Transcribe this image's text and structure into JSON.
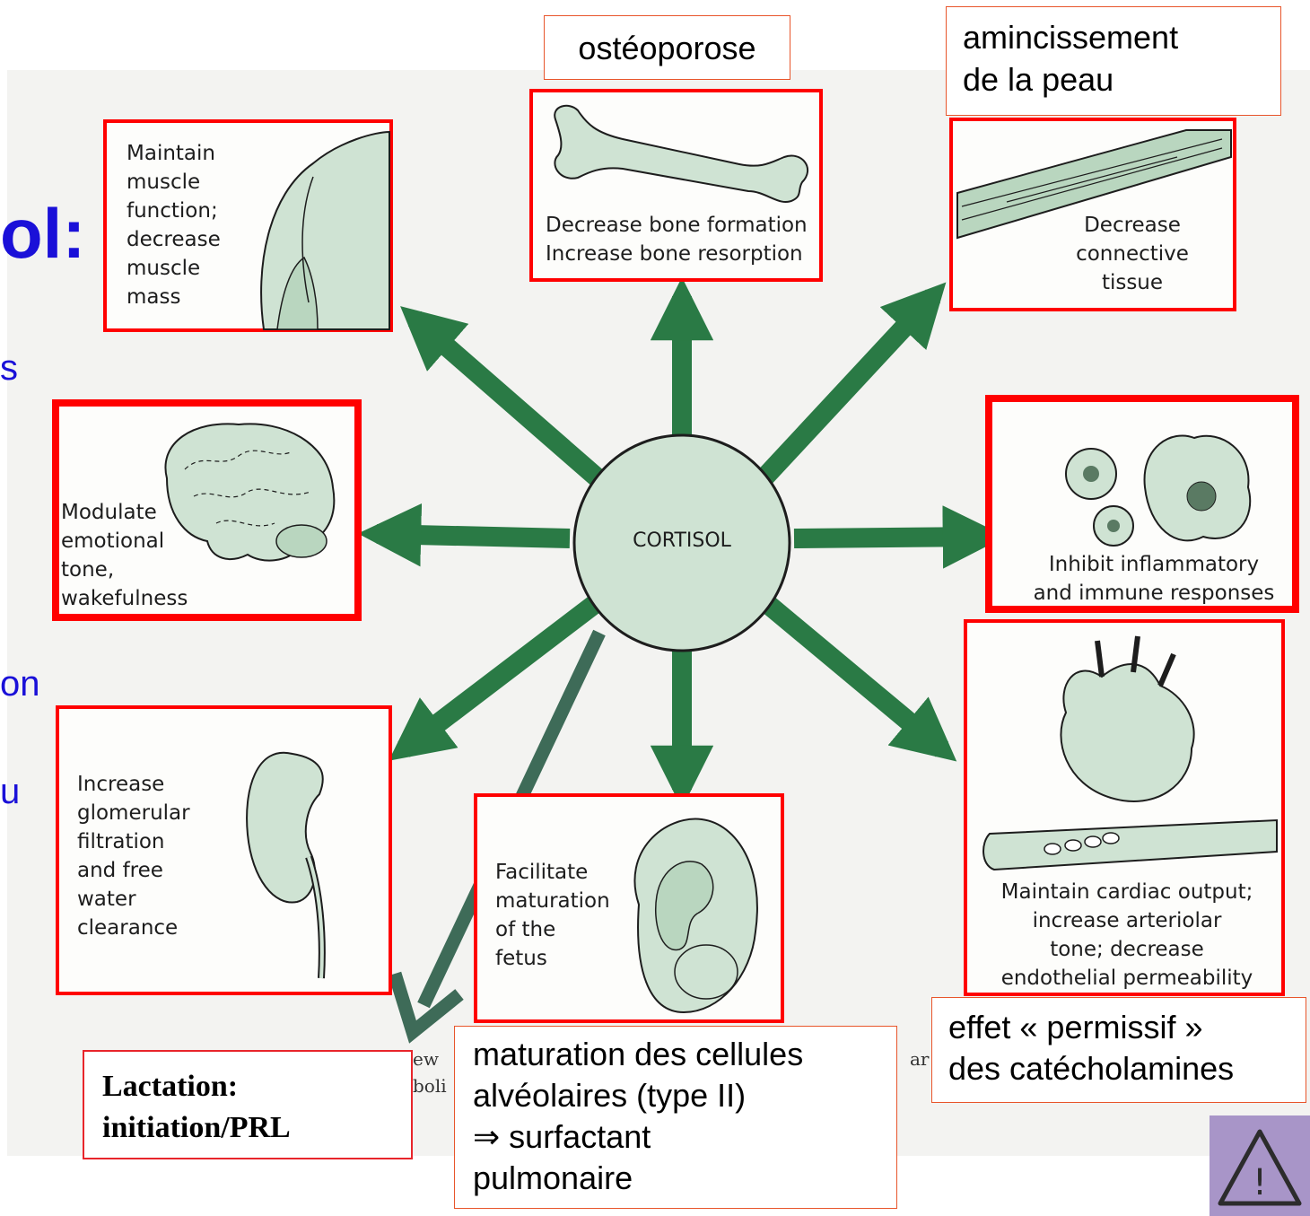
{
  "side_fragments": [
    "ol:",
    "s",
    "on",
    "u"
  ],
  "center_label": "CORTISOL",
  "panels": {
    "muscle": [
      "Maintain",
      "muscle",
      "function;",
      "decrease",
      "muscle",
      "mass"
    ],
    "bone": [
      "Decrease bone formation",
      "Increase bone resorption"
    ],
    "connective": [
      "Decrease",
      "connective",
      "tissue"
    ],
    "brain": [
      "Modulate",
      "emotional",
      "tone,",
      "wakefulness"
    ],
    "immune": [
      "Inhibit inflammatory",
      "and immune responses"
    ],
    "kidney": [
      "Increase",
      "glomerular",
      "filtration",
      "and free",
      "water",
      "clearance"
    ],
    "fetus": [
      "Facilitate",
      "maturation",
      "of the",
      "fetus"
    ],
    "cardio": [
      "Maintain cardiac output;",
      "increase arteriolar",
      "tone; decrease",
      "endothelial permeability"
    ]
  },
  "callouts": {
    "osteoporose": [
      "ostéoporose"
    ],
    "amincissement": [
      "amincissement",
      "de la peau"
    ],
    "lactation": [
      "Lactation:",
      "initiation/PRL"
    ],
    "maturation": [
      "maturation des cellules",
      "alvéolaires (type II)",
      "⇒ surfactant",
      "pulmonaire"
    ],
    "permissif": [
      "effet « permissif »",
      "des catécholamines"
    ]
  },
  "caption_fragments": [
    "ew",
    "ar",
    "boli"
  ],
  "colors": {
    "arrow": "#2a7a45",
    "red_frame": "#ff0000",
    "callout_border": "#e8552b",
    "side_text": "#1a10d8",
    "dark_arrow": "#3e6b58"
  },
  "icons": [
    "warning-icon"
  ]
}
